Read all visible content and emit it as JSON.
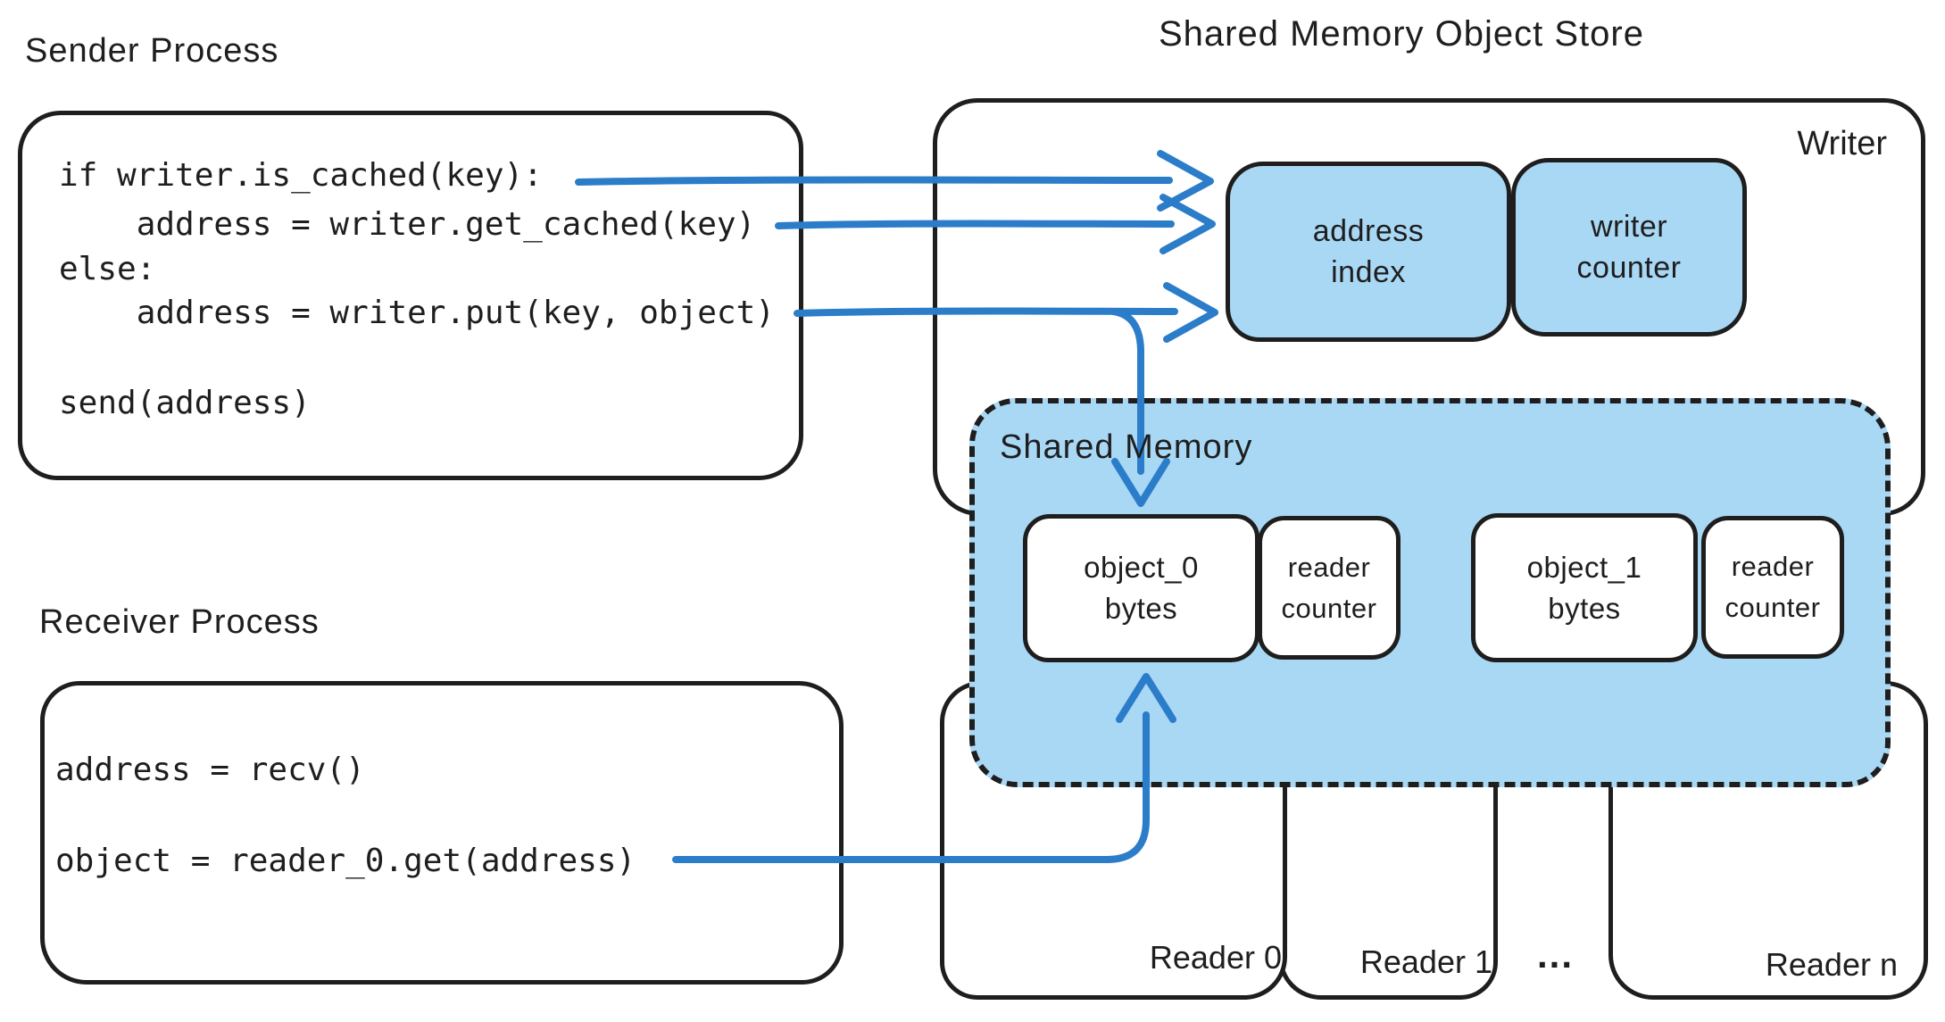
{
  "sender": {
    "title": "Sender Process",
    "code": [
      "if writer.is_cached(key):",
      "    address = writer.get_cached(key)",
      "else:",
      "    address = writer.put(key, object)",
      "send(address)"
    ]
  },
  "receiver": {
    "title": "Receiver Process",
    "code": [
      "address = recv()",
      "object = reader_0.get(address)"
    ]
  },
  "store": {
    "title": "Shared Memory Object Store",
    "writer_label": "Writer",
    "writer_cells": [
      {
        "label": "address\nindex"
      },
      {
        "label": "writer\ncounter"
      }
    ],
    "shared_memory": {
      "label": "Shared Memory",
      "cells": [
        {
          "label": "object_0\nbytes"
        },
        {
          "label": "reader\ncounter"
        },
        {
          "label": "object_1\nbytes"
        },
        {
          "label": "reader\ncounter"
        }
      ]
    },
    "readers": [
      "Reader 0",
      "Reader 1",
      "...",
      "Reader n"
    ]
  },
  "colors": {
    "stroke": "#1e1e1e",
    "arrow_blue": "#2b7cc9",
    "fill_blue": "#a9d8f5",
    "background": "#ffffff"
  }
}
